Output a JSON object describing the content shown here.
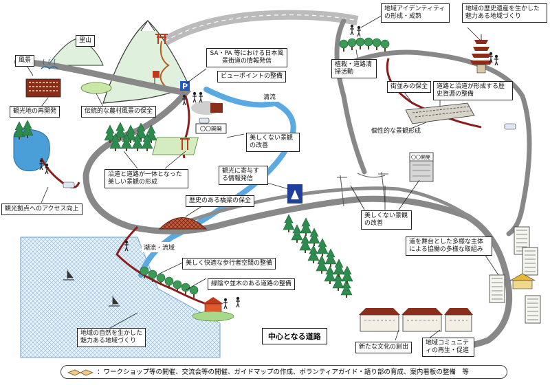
{
  "labels": {
    "satoyama": "里山",
    "fuukei": "風景",
    "sa_pa": "SA・PA 等における日本風景街道の情報発信",
    "viewpoint": "ビューポイントの整備",
    "seiryu": "清流",
    "kankouchi": "観光地の再開発",
    "dento_noson": "伝統的な農村風景の保全",
    "utsukushiku_nai_1": "美しくない景観の改善",
    "endo_ittai": "沿道と道路が一体となった美しい景観の形成",
    "kanko_joho": "観光に寄与する情報発信",
    "access": "観光拠点へのアクセス向上",
    "rekishi_kyoryo": "歴史のある橋梁の保全",
    "utsukushiku_nai_2": "美しくない景観の改善",
    "choryu": "潮流・流域",
    "hokosha": "美しく快適な歩行者空間の整備",
    "ryokuin": "緑陰や並木のある道路の整備",
    "shizen_chiiki": "地域の自然を生かした魅力ある地域づくり",
    "identity": "地域アイデンティティの形成・成熟",
    "rekishi_isan": "地域の歴史遺産を生かした魅力ある地域づくり",
    "shokusai": "植栽・道路清掃活動",
    "machinami": "街並みの保全",
    "rekishi_shigen": "道路と沿道が形成する歴史資源の整備",
    "koseiteki": "個性的な景観形成",
    "tayo_shutai": "道を舞台とした多様な主体による協働の多様な取組み",
    "bunka": "新たな文化の創出",
    "community": "地域コミュニティの再生・促進",
    "chushin_doro": "中心となる道路",
    "billboard_1": "〇〇開発",
    "billboard_2": "〇〇開発"
  },
  "footer": {
    "text": "：ワークショップ等の開催、交流会等の開催、ガイドマップの作成、ボランティアガイド・語り部の育成、案内看板の整備　等"
  },
  "icons": [
    "parking-icon",
    "viewpoint-sign-icon",
    "onsen-icon",
    "torii-icon",
    "information-icon",
    "handshake-icon",
    "sailboat-icon",
    "pagoda-icon",
    "house-icon"
  ]
}
